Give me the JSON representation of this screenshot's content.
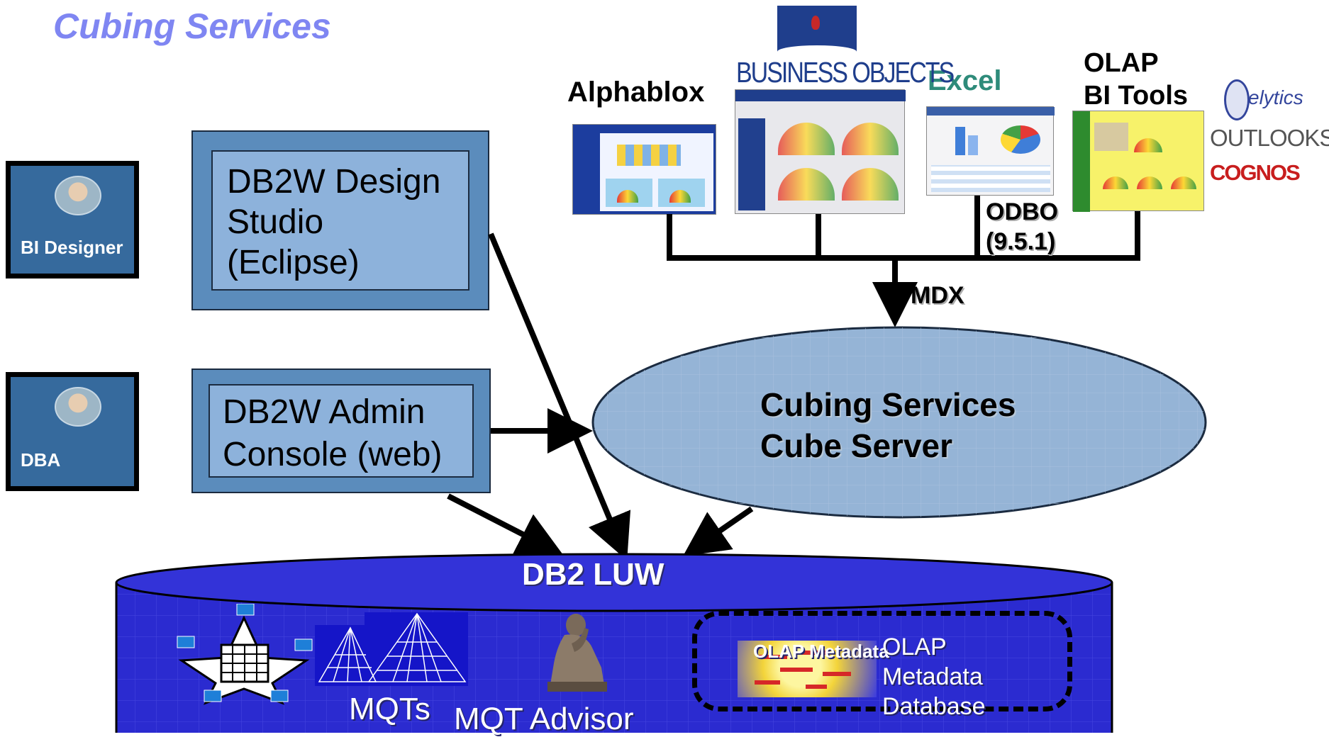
{
  "title": "Cubing Services",
  "roles": {
    "designer": "BI Designer",
    "dba": "DBA"
  },
  "tools": {
    "design_studio": [
      "DB2W Design",
      "Studio",
      "(Eclipse)"
    ],
    "admin_console": [
      "DB2W Admin",
      "Console (web)"
    ]
  },
  "clients": {
    "alphablox": "Alphablox",
    "business_objects": "BUSINESS OBJECTS",
    "excel": "Excel",
    "olap_bi_tools": [
      "OLAP",
      "BI Tools"
    ],
    "vendors": [
      "elytics",
      "OUTLOOKSOFT",
      "COGNOS"
    ]
  },
  "connectors": {
    "odbo": [
      "ODBO",
      "(9.5.1)"
    ],
    "mdx": "MDX"
  },
  "cube_server": [
    "Cubing Services",
    "Cube Server"
  ],
  "database": {
    "name": "DB2 LUW",
    "mqts": "MQTs",
    "mqt_advisor": "MQT Advisor",
    "olap_metadata": "OLAP Metadata",
    "olap_metadata_db": [
      "OLAP",
      "Metadata",
      "Database"
    ]
  },
  "colors": {
    "title": "#7f86f2",
    "role_box": "#366a9d",
    "tool_box": "#8db2db",
    "ellipse": "#95b4d6",
    "cylinder": "#2b2bd0",
    "excel_label": "#2e8b7a"
  }
}
